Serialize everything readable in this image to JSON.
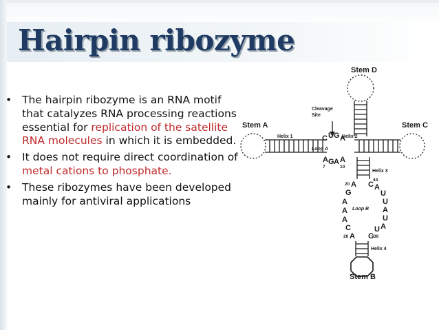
{
  "title": "Hairpin ribozyme",
  "bullets": [
    {
      "before": "The hairpin ribozyme is an RNA motif that catalyzes RNA processing reactions essential for ",
      "highlight": "replication of the satellite RNA molecules",
      "after": " in which it is embedded."
    },
    {
      "before": "It does not require direct coordination of ",
      "highlight": "metal cations to phosphate.",
      "after": ""
    },
    {
      "before": "These ribozymes have been developed mainly for antiviral applications",
      "highlight": "",
      "after": ""
    }
  ],
  "bullet_symbol": "•",
  "colors": {
    "title": "#1f3b63",
    "highlight": "#c0292b",
    "text": "#111111"
  },
  "diagram": {
    "stem_d": "Stem D",
    "stem_a": "Stem A",
    "stem_c": "Stem C",
    "stem_b": "Stem B",
    "cleavage_site": [
      "Cleavage",
      "Site"
    ],
    "helix_1": "Helix 1",
    "helix_2": "Helix 2",
    "helix_3": "Helix 3",
    "helix_4": "Helix 4",
    "loop_a": "Loop A",
    "loop_b": "Loop B",
    "loop_a_top": {
      "c": "C",
      "u": "U",
      "g": "G",
      "a": "A"
    },
    "loop_a_bottom": {
      "a": "A",
      "g": "G",
      "a2": "A",
      "a3": "A"
    },
    "loop_a_nums": {
      "n7": "7",
      "n10": "10"
    },
    "loop_b_left": [
      "A",
      "G",
      "A",
      "A",
      "A",
      "C",
      "A"
    ],
    "loop_b_right": [
      "C",
      "A",
      "U",
      "U",
      "A",
      "U",
      "A",
      "U",
      "G"
    ],
    "loop_b_nums": {
      "n20": "20",
      "n44": "44",
      "n26": "26",
      "n36": "36"
    }
  }
}
